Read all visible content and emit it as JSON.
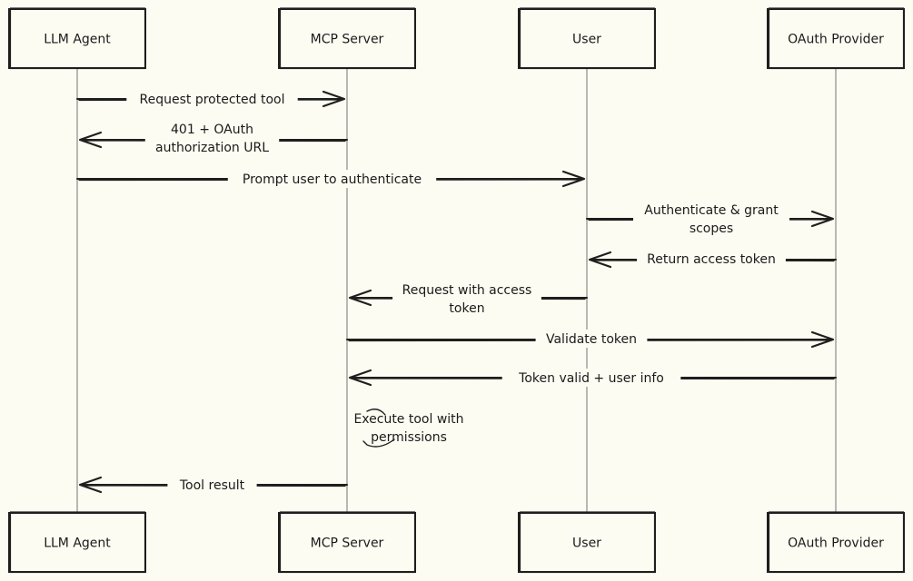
{
  "participants": [
    {
      "id": "agent",
      "label": "LLM Agent"
    },
    {
      "id": "mcp",
      "label": "MCP Server"
    },
    {
      "id": "user",
      "label": "User"
    },
    {
      "id": "oauth",
      "label": "OAuth Provider"
    }
  ],
  "messages": [
    {
      "from": "agent",
      "to": "mcp",
      "lines": [
        "Request protected tool"
      ]
    },
    {
      "from": "mcp",
      "to": "agent",
      "lines": [
        "401 + OAuth",
        "authorization URL"
      ]
    },
    {
      "from": "agent",
      "to": "user",
      "lines": [
        "Prompt user to authenticate"
      ]
    },
    {
      "from": "user",
      "to": "oauth",
      "lines": [
        "Authenticate & grant",
        "scopes"
      ]
    },
    {
      "from": "oauth",
      "to": "user",
      "lines": [
        "Return access token"
      ]
    },
    {
      "from": "user",
      "to": "mcp",
      "lines": [
        "Request with access",
        "token"
      ]
    },
    {
      "from": "mcp",
      "to": "oauth",
      "lines": [
        "Validate token"
      ]
    },
    {
      "from": "oauth",
      "to": "mcp",
      "lines": [
        "Token valid + user info"
      ]
    },
    {
      "from": "mcp",
      "to": "mcp",
      "lines": [
        "Execute tool with",
        "permissions"
      ]
    },
    {
      "from": "mcp",
      "to": "agent",
      "lines": [
        "Tool result"
      ]
    }
  ],
  "colors": {
    "background": "#fdfcf2",
    "ink": "#1f1f1f",
    "lifeline": "#9a9a9a"
  }
}
